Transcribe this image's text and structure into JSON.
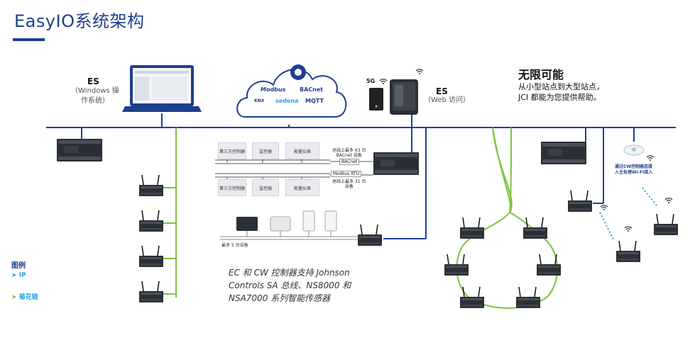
{
  "title": "EasyIO系统架构",
  "es_left": {
    "label": "ES",
    "sub1": "（Windows 操",
    "sub2": "作系统）"
  },
  "es_right": {
    "label": "ES",
    "sub": "（Web 访问）"
  },
  "five_g": "5G",
  "right_text": {
    "heading": "无限可能",
    "line1": "从小型站点到大型站点，",
    "line2": "JCI 都能为您提供帮助。"
  },
  "cloud": {
    "modbus": "Modbus",
    "bacnet": "BACnet",
    "sedona": "sedona",
    "mqtt": "MQTT",
    "knx": "KNX"
  },
  "boxes_top": [
    "第三方控制器",
    "监控器",
    "能量仪表"
  ],
  "boxes_bottom": [
    "第三方控制器",
    "监控器",
    "能量仪表"
  ],
  "bus_top_note": "总线上最多 63 台\nBACnet 设备",
  "bus_top_label": "BACnet",
  "bus_bottom_label": "Modbus RTU",
  "bus_bottom_note": "总线上最多 31 台\n设备",
  "sensor_note": "最多 5 台设备",
  "wifi_note_1": "通过CW控制器连接",
  "wifi_note_2": "入主处理Wi-Fi接入",
  "legend": {
    "title": "图例",
    "ip": "IP",
    "daisy": "菊花链"
  },
  "caption": {
    "line1": "EC 和 CW 控制器支持 Johnson",
    "line2": "Controls SA 总线、NS8000 和",
    "line3": "NSA7000 系列智能传感器"
  },
  "colors": {
    "title": "#1e3f8c",
    "ip_line": "#1f3f9c",
    "daisy_line": "#7cc243",
    "wifi_dot": "#2aa0e0"
  }
}
